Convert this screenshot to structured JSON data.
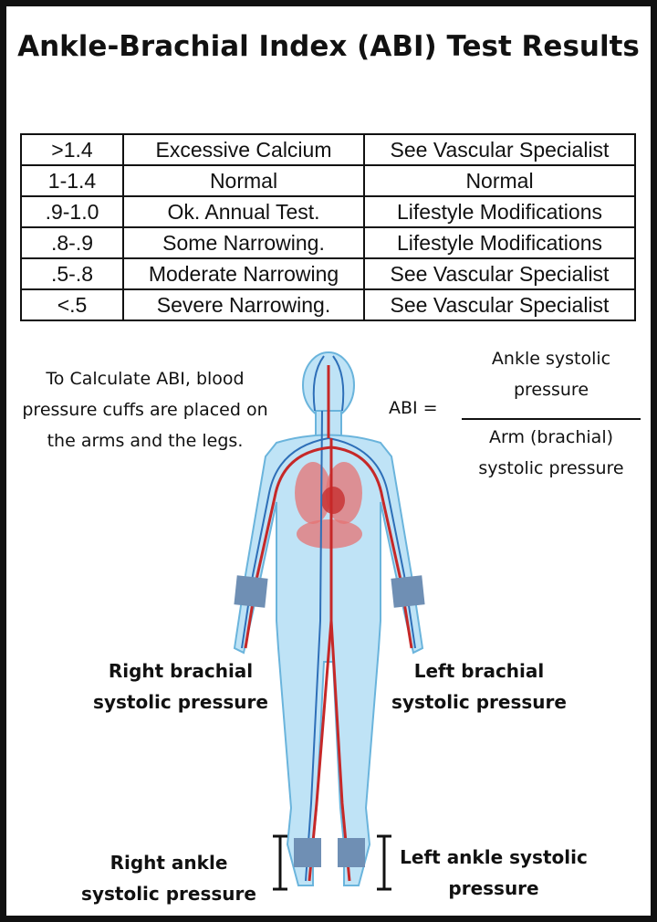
{
  "title": "Ankle-Brachial Index (ABI) Test Results",
  "table": {
    "rows": [
      {
        "range": ">1.4",
        "finding": "Excessive Calcium",
        "action": "See Vascular Specialist"
      },
      {
        "range": "1-1.4",
        "finding": "Normal",
        "action": "Normal"
      },
      {
        "range": ".9-1.0",
        "finding": "Ok. Annual Test.",
        "action": "Lifestyle Modifications"
      },
      {
        "range": ".8-.9",
        "finding": "Some Narrowing.",
        "action": "Lifestyle Modifications"
      },
      {
        "range": ".5-.8",
        "finding": "Moderate Narrowing",
        "action": "See Vascular Specialist"
      },
      {
        "range": "<.5",
        "finding": "Severe Narrowing.",
        "action": "See Vascular Specialist"
      }
    ]
  },
  "explanation": "To Calculate ABI, blood pressure cuffs are placed on the arms and the legs.",
  "formula": {
    "lhs": "ABI =",
    "numerator": "Ankle systolic pressure",
    "denominator": "Arm (brachial) systolic pressure"
  },
  "labels": {
    "right_brachial": "Right brachial systolic pressure",
    "left_brachial": "Left brachial systolic pressure",
    "right_ankle": "Right ankle systolic pressure",
    "left_ankle": "Left ankle systolic pressure"
  },
  "colors": {
    "body": "#bfe3f6",
    "body_outline": "#6ab4dc",
    "artery": "#c62828",
    "vein": "#2e6fb8",
    "organ": "#e57373",
    "cuff": "#6f8fb4"
  }
}
